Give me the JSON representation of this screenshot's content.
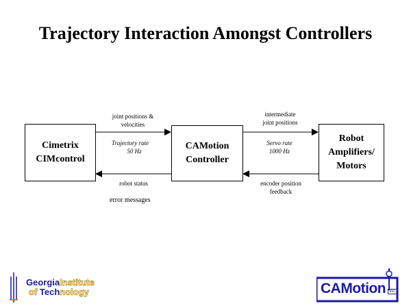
{
  "title": "Trajectory Interaction Amongst Controllers",
  "boxes": {
    "cimetrix": [
      "Cimetrix",
      "CIMcontrol"
    ],
    "camotion": [
      "CAMotion",
      "Controller"
    ],
    "robot": [
      "Robot",
      "Amplifiers/",
      "Motors"
    ]
  },
  "labels": {
    "joint_positions": [
      "joint positions &",
      "velocities"
    ],
    "trajectory_rate": [
      "Trajectory rate",
      "50 Hz"
    ],
    "robot_status": "robot status",
    "error_messages": "error messages",
    "intermediate": [
      "intermediate",
      "joint positions"
    ],
    "servo_rate": [
      "Servo rate",
      "1000 Hz"
    ],
    "encoder": [
      "encoder position",
      "feedback"
    ]
  },
  "logos": {
    "georgia_tech": [
      "Georgia",
      "Institute",
      "of",
      "Tech",
      "nology"
    ],
    "camotion": [
      "CAMotion",
      "Inc."
    ]
  },
  "colors": {
    "logo_blue": "#1a1aa6",
    "logo_gold": "#c08a00"
  }
}
